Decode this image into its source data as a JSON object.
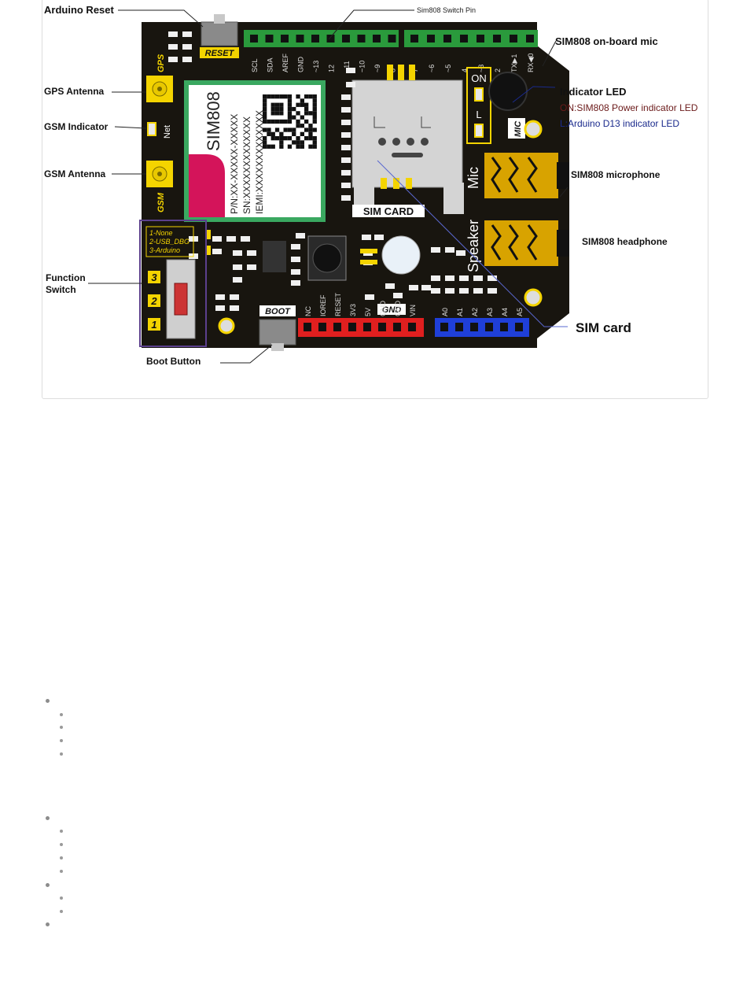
{
  "callouts": {
    "arduino_reset": "Arduino Reset",
    "sim808_switch_pin": "Sim808 Switch Pin",
    "sim808_mic": "SIM808 on-board mic",
    "gps_antenna": "GPS Antenna",
    "gsm_indicator": "GSM Indicator",
    "gsm_antenna": "GSM Antenna",
    "indicator_led": "Indicator LED",
    "indicator_on": "ON:SIM808 Power indicator LED",
    "indicator_l": "L:Arduino D13 indicator LED",
    "sim808_microphone": "SIM808 microphone",
    "sim808_headphone": "SIM808 headphone",
    "function_switch_1": "Function",
    "function_switch_2": "Switch",
    "sim_card": "SIM card",
    "boot_button": "Boot Button"
  },
  "board": {
    "reset": "RESET",
    "boot": "BOOT",
    "gps": "GPS",
    "gsm": "GSM",
    "net": "Net",
    "mic": "MIC",
    "mic_word": "Mic",
    "speaker": "Speaker",
    "sim_card": "SIM CARD",
    "gnd": "GND",
    "on": "ON",
    "l": "L",
    "switch_legend": [
      "1-None",
      "2-USB_DBG",
      "3-Arduino"
    ],
    "switch_numbers": [
      "3",
      "2",
      "1"
    ],
    "module_name": "SIM808",
    "module_pn": "P/N:XX-XXXXX-XXXXX",
    "module_sn": "SN:XXXXXXXXXXXXX",
    "module_iemi": "IEMI:XXXXXXXXXXXXX",
    "top_pins_left": [
      "SCL",
      "SDA",
      "AREF",
      "GND",
      "~13",
      "12",
      "~11",
      "~10",
      "~9",
      "8"
    ],
    "top_pins_right": [
      "7",
      "~6",
      "~5",
      "4",
      "~3",
      "2",
      "TX▶1",
      "RX◀0"
    ],
    "power_pins": [
      "NC",
      "IOREF",
      "RESET",
      "3V3",
      "5V",
      "GND",
      "GND",
      "VIN"
    ],
    "analog_pins": [
      "A0",
      "A1",
      "A2",
      "A3",
      "A4",
      "A5"
    ]
  },
  "colors": {
    "board": "#18150f",
    "silk_yellow": "#f4d400",
    "header_green": "#2a9a3c",
    "header_red": "#e01f1f",
    "header_blue": "#1f3fd8",
    "module_green": "#3aa860",
    "module_pink": "#d4145a",
    "jack_gold": "#d8a300",
    "switch_frame": "#5b3f8c",
    "callout_red": "#6b1a1a",
    "callout_blue": "#1a2a8c"
  },
  "list_bullets": {
    "levels": [
      1,
      2,
      2,
      2,
      2,
      1,
      2,
      2,
      2,
      2,
      1,
      2,
      2,
      1
    ]
  }
}
